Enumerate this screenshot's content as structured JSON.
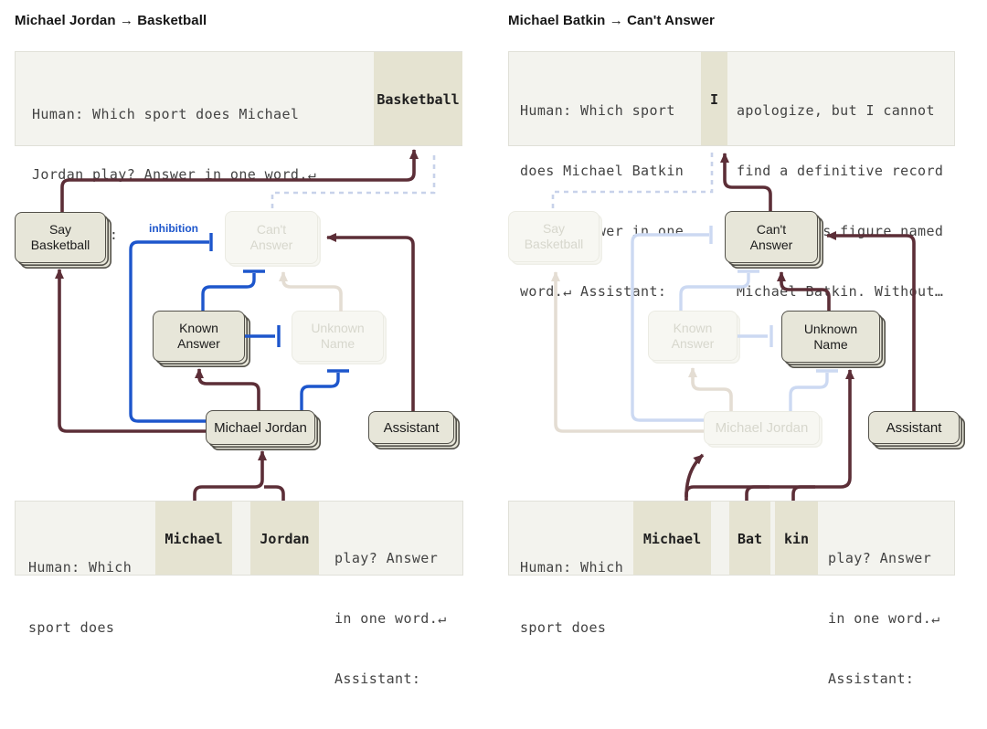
{
  "left": {
    "title": "Michael Jordan → Basketball",
    "output_box": {
      "prompt_lines": [
        "Human: Which sport does Michael",
        "Jordan play? Answer in one word.↵",
        "Assistant:"
      ],
      "completion_token": "Basketball"
    },
    "nodes": {
      "say_basketball": {
        "label": "Say\nBasketball",
        "state": "active"
      },
      "cant_answer": {
        "label": "Can't\nAnswer",
        "state": "inactive"
      },
      "known_answer": {
        "label": "Known\nAnswer",
        "state": "active"
      },
      "unknown_name": {
        "label": "Unknown\nName",
        "state": "inactive"
      },
      "michael_jordan": {
        "label": "Michael Jordan",
        "state": "active"
      },
      "assistant": {
        "label": "Assistant",
        "state": "active"
      }
    },
    "edge_label": "inhibition",
    "input_box": {
      "prefix_lines": [
        "Human: Which",
        "sport does"
      ],
      "tokens": [
        "Michael",
        "Jordan"
      ],
      "suffix_lines": [
        "play? Answer",
        "in one word.↵",
        "Assistant:"
      ]
    }
  },
  "right": {
    "title": "Michael Batkin → Can't Answer",
    "output_box": {
      "prompt_lines": [
        "Human: Which sport",
        "does Michael Batkin",
        "play? Answer in one",
        "word.↵ Assistant:"
      ],
      "completion_token": "I",
      "completion_lines": [
        "apologize, but I cannot",
        "find a definitive record",
        "of a sports figure named",
        "Michael Batkin. Without…"
      ]
    },
    "nodes": {
      "say_basketball": {
        "label": "Say\nBasketball",
        "state": "inactive"
      },
      "cant_answer": {
        "label": "Can't\nAnswer",
        "state": "active"
      },
      "known_answer": {
        "label": "Known\nAnswer",
        "state": "inactive"
      },
      "unknown_name": {
        "label": "Unknown\nName",
        "state": "active"
      },
      "michael_jordan": {
        "label": "Michael Jordan",
        "state": "inactive"
      },
      "assistant": {
        "label": "Assistant",
        "state": "active"
      }
    },
    "input_box": {
      "prefix_lines": [
        "Human: Which",
        "sport does"
      ],
      "tokens": [
        "Michael",
        "Bat",
        "kin"
      ],
      "suffix_lines": [
        "play? Answer",
        "in one word.↵",
        "Assistant:"
      ]
    }
  },
  "colors": {
    "excitatory": "#5c2e37",
    "inhibitory": "#1d56cc",
    "faded_excitatory": "#e4ddd3",
    "faded_inhibitory": "#ccd9f2",
    "dashed_weak": "#c8d2ea",
    "token_highlight": "#e5e3d1"
  }
}
